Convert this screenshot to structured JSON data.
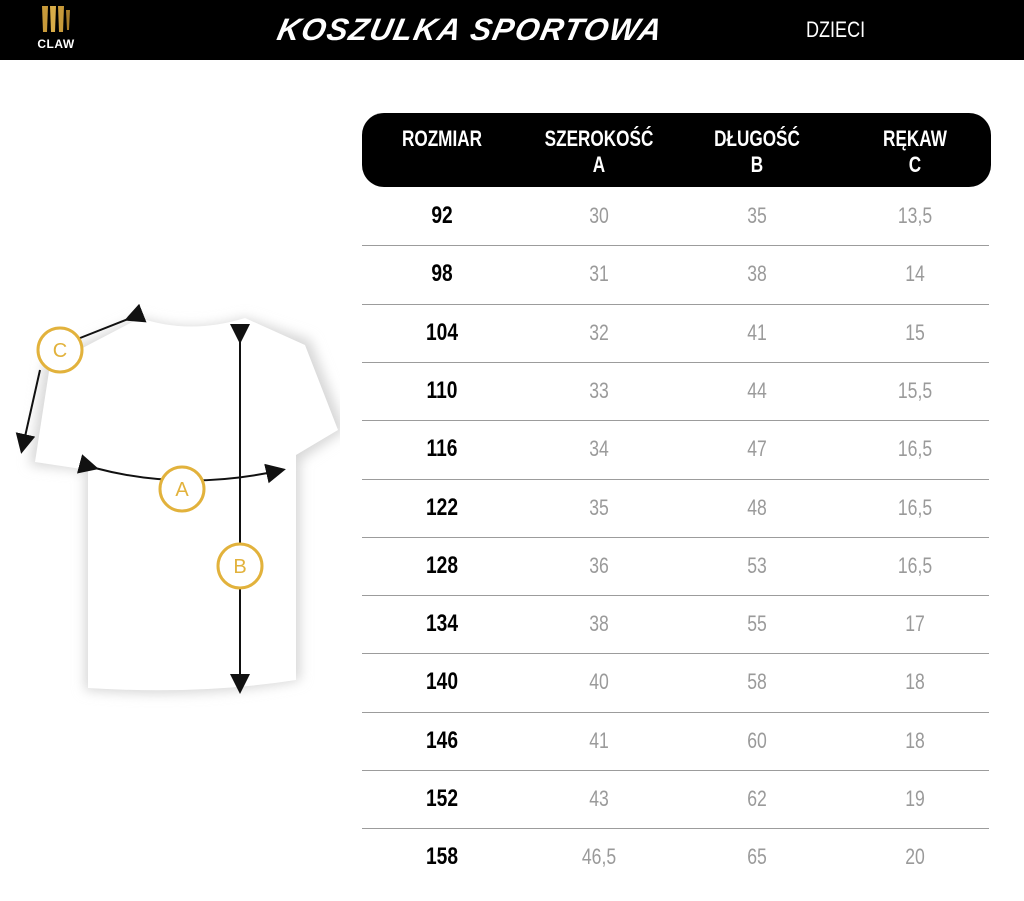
{
  "header": {
    "brand": "CLAW",
    "title": "KOSZULKA SPORTOWA",
    "subtitle": "DZIECI"
  },
  "table": {
    "columns": [
      "ROZMIAR",
      "SZEROKOŚĆ\nA",
      "DŁUGOŚĆ\nB",
      "RĘKAW\nC"
    ],
    "rows": [
      [
        "92",
        "30",
        "35",
        "13,5"
      ],
      [
        "98",
        "31",
        "38",
        "14"
      ],
      [
        "104",
        "32",
        "41",
        "15"
      ],
      [
        "110",
        "33",
        "44",
        "15,5"
      ],
      [
        "116",
        "34",
        "47",
        "16,5"
      ],
      [
        "122",
        "35",
        "48",
        "16,5"
      ],
      [
        "128",
        "36",
        "53",
        "16,5"
      ],
      [
        "134",
        "38",
        "55",
        "17"
      ],
      [
        "140",
        "40",
        "58",
        "18"
      ],
      [
        "146",
        "41",
        "60",
        "18"
      ],
      [
        "152",
        "43",
        "62",
        "19"
      ],
      [
        "158",
        "46,5",
        "65",
        "20"
      ]
    ]
  },
  "diagram": {
    "markers": {
      "a": "A",
      "b": "B",
      "c": "C"
    },
    "colors": {
      "marker": "#e2b23c",
      "outline": "#111111"
    }
  }
}
